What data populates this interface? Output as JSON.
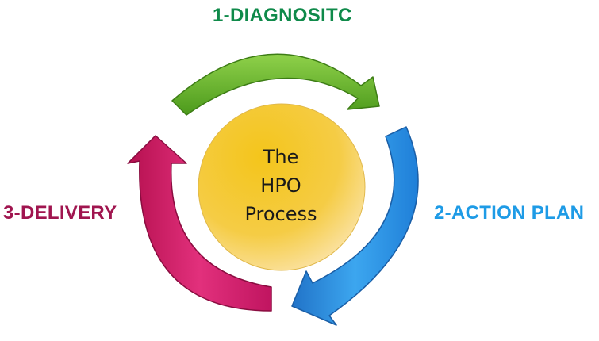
{
  "center": {
    "lines": [
      "The",
      "HPO",
      "Process"
    ]
  },
  "stages": [
    {
      "label": "1-DIAGNOSITC",
      "color": "#0f8a4a",
      "arrow_color": "#6bb32e"
    },
    {
      "label": "2-ACTION PLAN",
      "color": "#1e9be6",
      "arrow_color": "#2a8fe0"
    },
    {
      "label": "3-DELIVERY",
      "color": "#a0154f",
      "arrow_color": "#d4186a"
    }
  ],
  "colors": {
    "circle_top": "#f2c21f",
    "circle_bottom": "#fbe7b8"
  }
}
